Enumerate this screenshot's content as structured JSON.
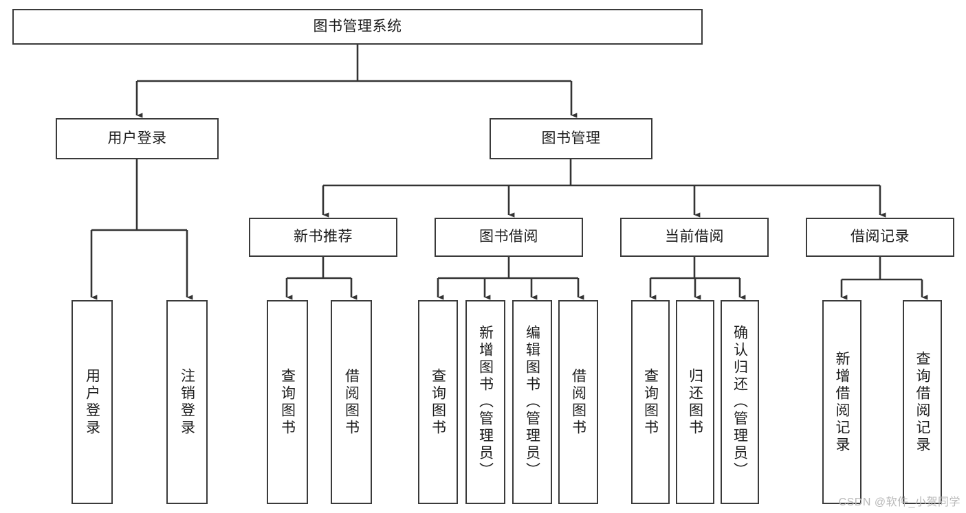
{
  "diagram": {
    "type": "tree-hierarchy",
    "title": "图书管理系统",
    "watermark": "CSDN @软件_小贺同学",
    "colors": {
      "border": "#3a3a3a",
      "background": "#ffffff",
      "text": "#1c1c1c",
      "connector": "#333333",
      "watermark": "#b9b9b9"
    },
    "levels": {
      "root": {
        "label": "图书管理系统"
      },
      "level2": [
        {
          "id": "user-login",
          "label": "用户登录"
        },
        {
          "id": "book-management",
          "label": "图书管理"
        }
      ],
      "level3": [
        {
          "id": "new-book-recommend",
          "label": "新书推荐",
          "parent": "book-management"
        },
        {
          "id": "book-borrow",
          "label": "图书借阅",
          "parent": "book-management"
        },
        {
          "id": "current-borrow",
          "label": "当前借阅",
          "parent": "book-management"
        },
        {
          "id": "borrow-record",
          "label": "借阅记录",
          "parent": "book-management"
        }
      ],
      "leaves": [
        {
          "id": "leaf-user-login",
          "label": "用户登录",
          "parent": "user-login"
        },
        {
          "id": "leaf-logout",
          "label": "注销登录",
          "parent": "user-login"
        },
        {
          "id": "leaf-query-book-1",
          "label": "查询图书",
          "parent": "new-book-recommend"
        },
        {
          "id": "leaf-borrow-book-1",
          "label": "借阅图书",
          "parent": "new-book-recommend"
        },
        {
          "id": "leaf-query-book-2",
          "label": "查询图书",
          "parent": "book-borrow"
        },
        {
          "id": "leaf-add-book",
          "label": "新增图书（管理员）",
          "parent": "book-borrow"
        },
        {
          "id": "leaf-edit-book",
          "label": "编辑图书（管理员）",
          "parent": "book-borrow"
        },
        {
          "id": "leaf-borrow-book-2",
          "label": "借阅图书",
          "parent": "book-borrow"
        },
        {
          "id": "leaf-query-book-3",
          "label": "查询图书",
          "parent": "current-borrow"
        },
        {
          "id": "leaf-return-book",
          "label": "归还图书",
          "parent": "current-borrow"
        },
        {
          "id": "leaf-confirm-return",
          "label": "确认归还（管理员）",
          "parent": "current-borrow"
        },
        {
          "id": "leaf-add-record",
          "label": "新增借阅记录",
          "parent": "borrow-record"
        },
        {
          "id": "leaf-query-record",
          "label": "查询借阅记录",
          "parent": "borrow-record"
        }
      ]
    }
  }
}
